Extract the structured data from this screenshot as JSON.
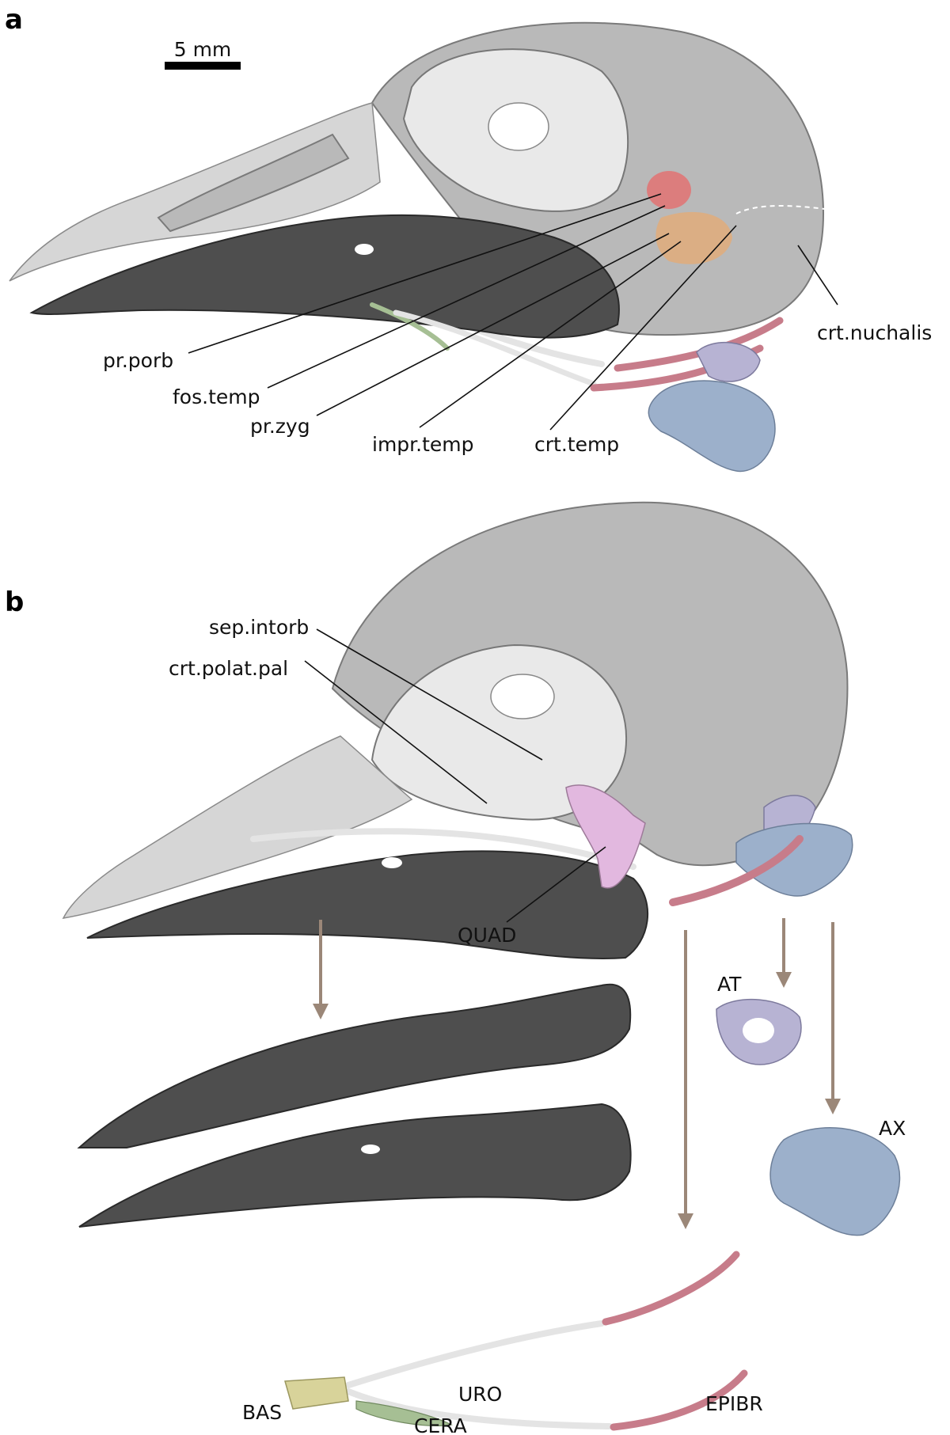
{
  "panels": {
    "a": "a",
    "b": "b"
  },
  "scale_bar": {
    "label": "5 mm"
  },
  "panel_a_labels": {
    "pr_porb": "pr.porb",
    "fos_temp": "fos.temp",
    "pr_zyg": "pr.zyg",
    "impr_temp": "impr.temp",
    "crt_temp": "crt.temp",
    "crt_nuchalis": "crt.nuchalis"
  },
  "panel_b_labels": {
    "sep_intorb": "sep.intorb",
    "crt_polat_pal": "crt.polat.pal",
    "quad": "QUAD",
    "at": "AT",
    "ax": "AX",
    "bas": "BAS",
    "uro": "URO",
    "cera": "CERA",
    "epibr": "EPIBR"
  },
  "colors": {
    "skull": "#b9b9b9",
    "mandible": "#4e4e4e",
    "postorbital_process": "#e86a6a",
    "temporal_impression": "#e9a96e",
    "quadrate": "#e2b8df",
    "atlas": "#b7b3d3",
    "axis": "#9cb0cb",
    "epibranchial": "#c77c8a",
    "ceratobranchial": "#e4e4e4",
    "basihyal": "#d8d39a",
    "urohyal": "#a6bf94",
    "arrows": "#9b8778"
  }
}
